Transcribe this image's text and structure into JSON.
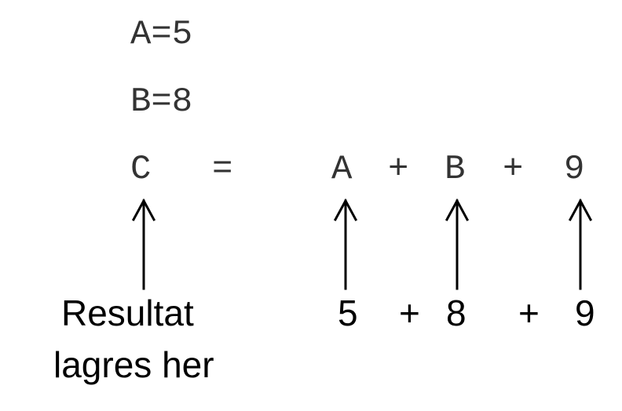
{
  "code": {
    "line_a": "A=5",
    "line_b": "B=8",
    "expr": {
      "c": "C",
      "equals": "=",
      "a": "A",
      "plus1": "+",
      "b": "B",
      "plus2": "+",
      "nine": "9"
    }
  },
  "annotation": {
    "result_line1": "Resultat",
    "result_line2": "lagres her",
    "val_a": "5",
    "plus1": "+",
    "val_b": "8",
    "plus2": "+",
    "val_nine": "9"
  },
  "colors": {
    "code_text": "#333333",
    "annotation_text": "#000000",
    "arrow": "#000000"
  }
}
